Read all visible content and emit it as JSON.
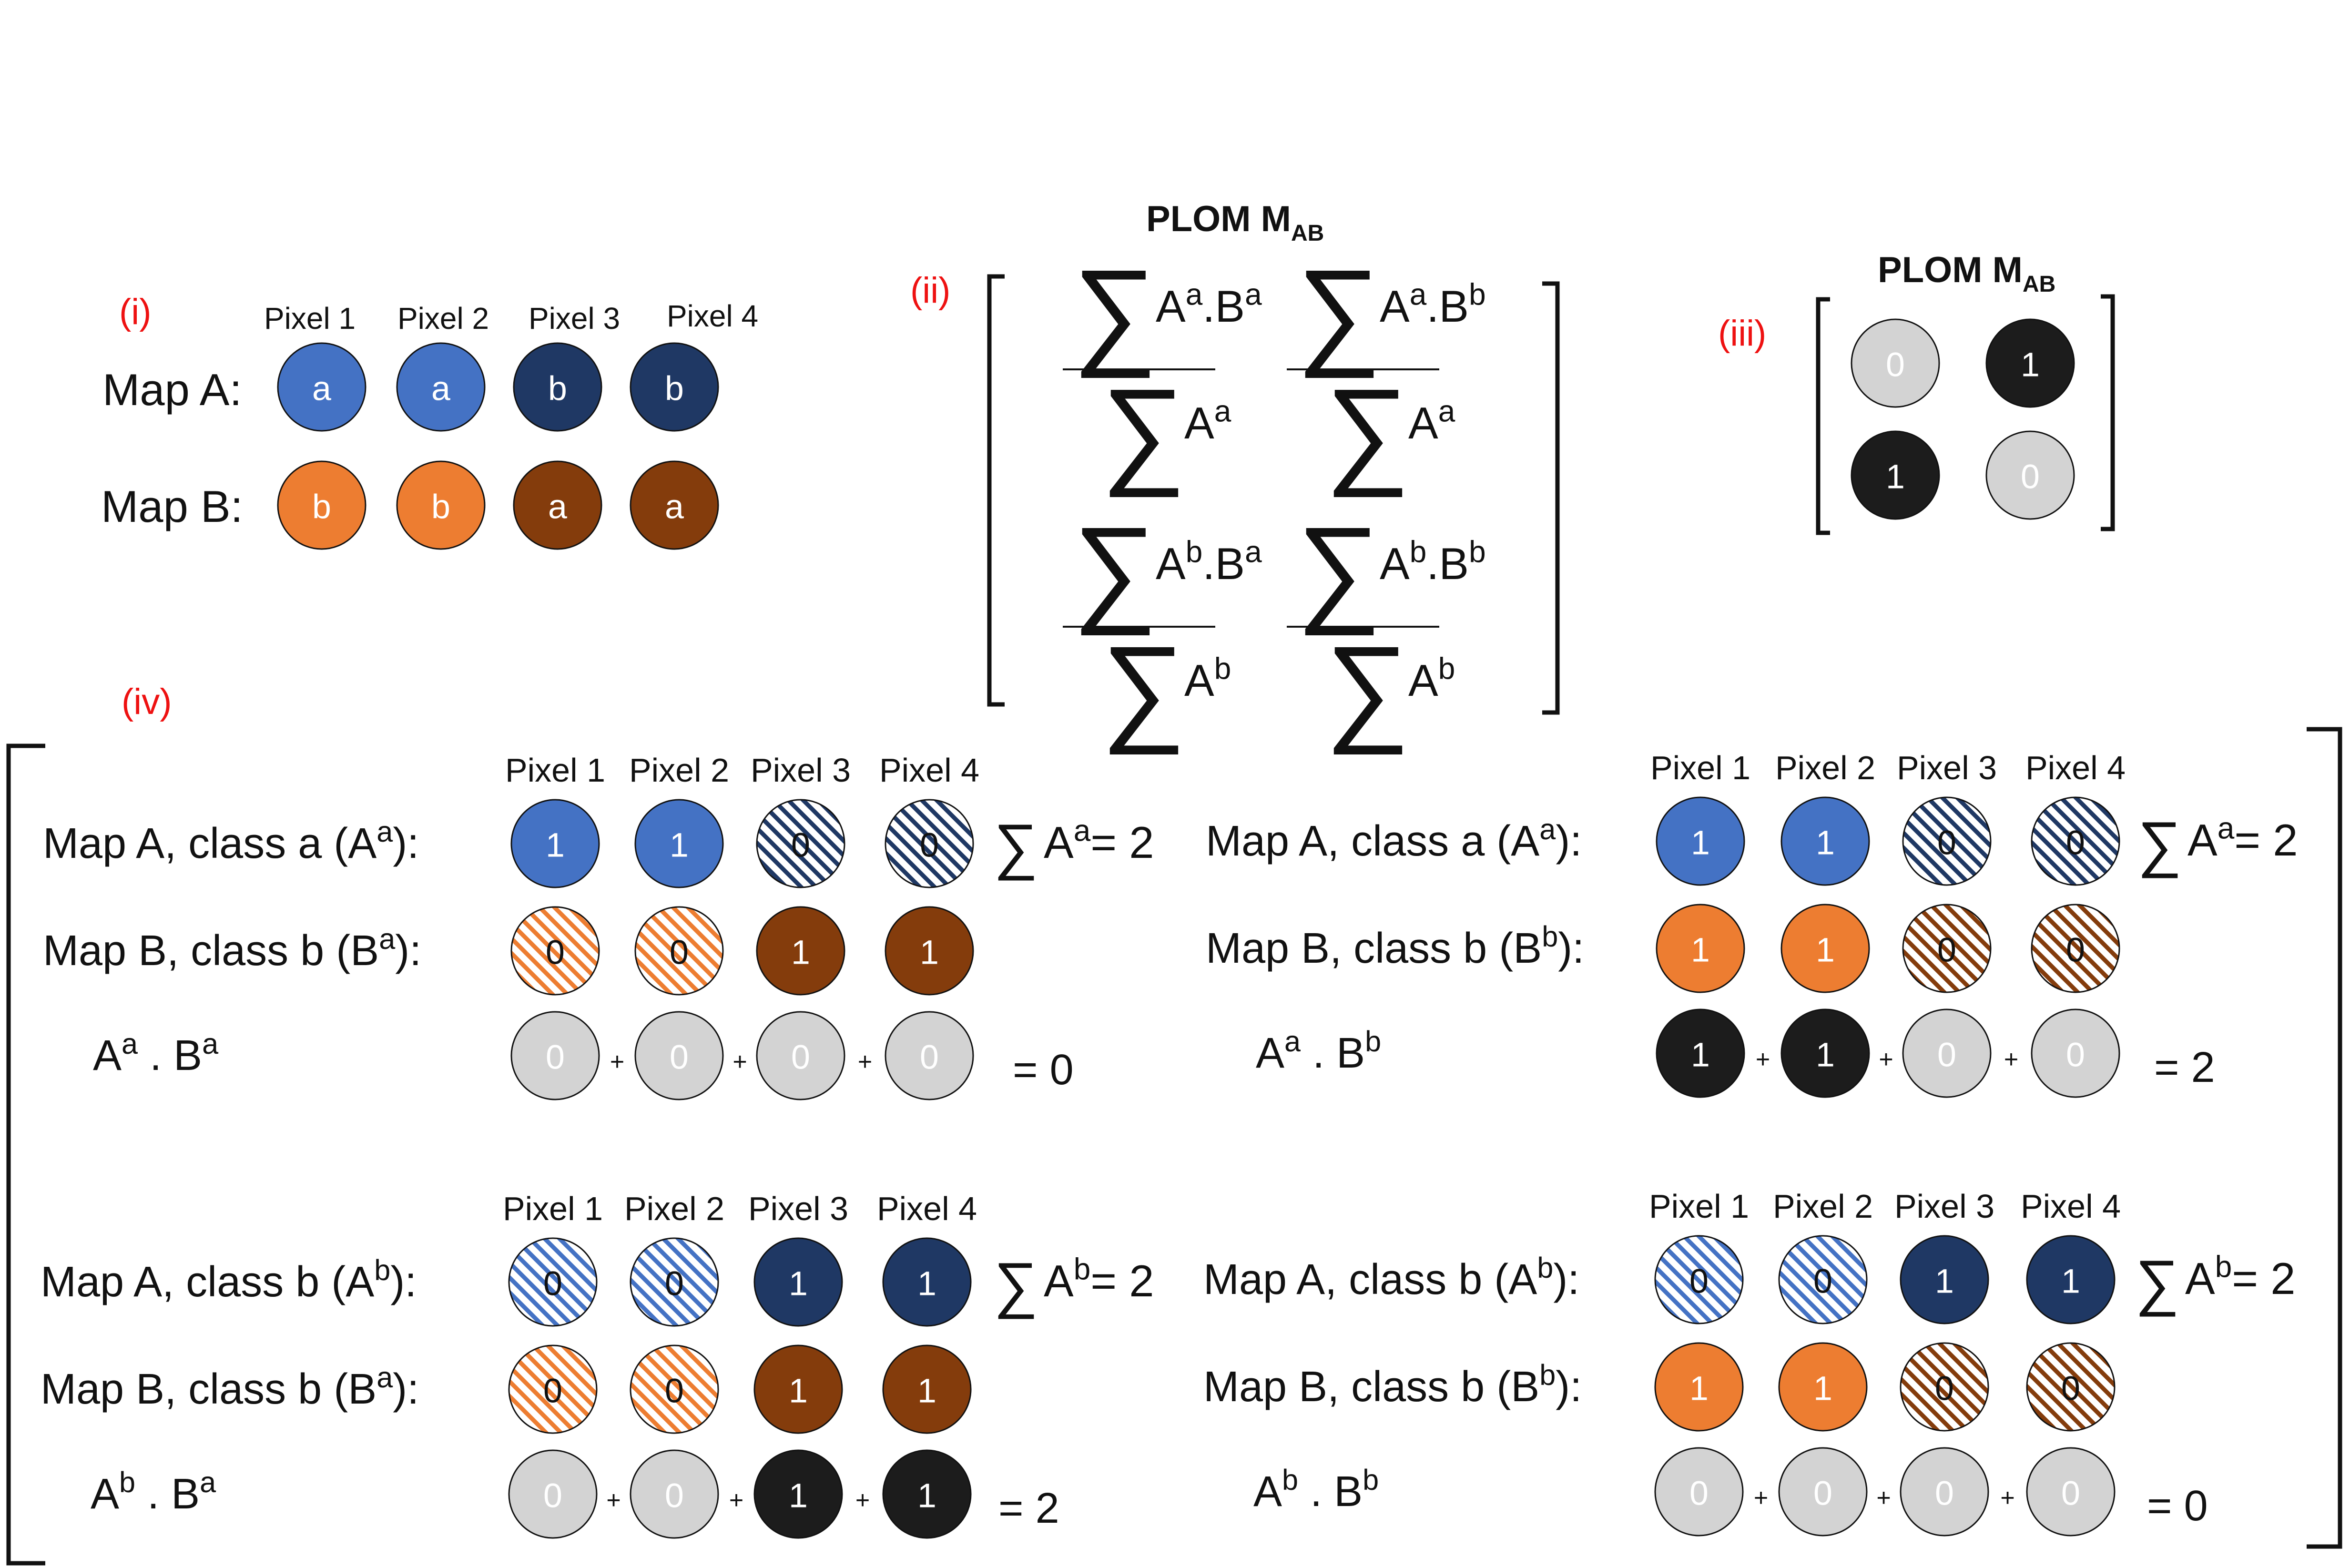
{
  "colors": {
    "blue": "#4472C4",
    "navy": "#1F3864",
    "orange": "#ED7D31",
    "brown": "#843C0C",
    "black": "#1C1C1C",
    "grey": "#D3D3D3",
    "marker": "#EE1111"
  },
  "panel_i": {
    "marker": "(i)",
    "pixel_labels": [
      "Pixel 1",
      "Pixel 2",
      "Pixel 3",
      "Pixel 4"
    ],
    "rows": [
      {
        "label": "Map A:",
        "cells": [
          {
            "text": "a",
            "color": "blue"
          },
          {
            "text": "a",
            "color": "blue"
          },
          {
            "text": "b",
            "color": "navy"
          },
          {
            "text": "b",
            "color": "navy"
          }
        ]
      },
      {
        "label": "Map B:",
        "cells": [
          {
            "text": "b",
            "color": "orange"
          },
          {
            "text": "b",
            "color": "orange"
          },
          {
            "text": "a",
            "color": "brown"
          },
          {
            "text": "a",
            "color": "brown"
          }
        ]
      }
    ]
  },
  "panel_ii": {
    "marker": "(ii)",
    "title_main": "PLOM M",
    "title_sub": "AB",
    "sum_symbol": "∑",
    "cells": [
      {
        "num_a": "A",
        "num_a_sup": "a",
        "dot": ".",
        "num_b": "B",
        "num_b_sup": "a",
        "den": "A",
        "den_sup": "a"
      },
      {
        "num_a": "A",
        "num_a_sup": "a",
        "dot": ".",
        "num_b": "B",
        "num_b_sup": "b",
        "den": "A",
        "den_sup": "a"
      },
      {
        "num_a": "A",
        "num_a_sup": "b",
        "dot": ".",
        "num_b": "B",
        "num_b_sup": "a",
        "den": "A",
        "den_sup": "b"
      },
      {
        "num_a": "A",
        "num_a_sup": "b",
        "dot": ".",
        "num_b": "B",
        "num_b_sup": "b",
        "den": "A",
        "den_sup": "b"
      }
    ]
  },
  "panel_iii": {
    "marker": "(iii)",
    "title_main": "PLOM M",
    "title_sub": "AB",
    "cells": [
      {
        "text": "0",
        "color": "grey"
      },
      {
        "text": "1",
        "color": "black"
      },
      {
        "text": "1",
        "color": "black"
      },
      {
        "text": "0",
        "color": "grey"
      }
    ]
  },
  "panel_iv": {
    "marker": "(iv)",
    "blocks": [
      {
        "pixel_labels": [
          "Pixel 1",
          "Pixel 2",
          "Pixel 3",
          "Pixel 4"
        ],
        "row1": {
          "label": "Map A, class a (A",
          "label_sup": "a",
          "label_end": "):",
          "cells": [
            {
              "text": "1",
              "color": "blue",
              "hatch": false
            },
            {
              "text": "1",
              "color": "blue",
              "hatch": false
            },
            {
              "text": "0",
              "color": "navy",
              "hatch": true
            },
            {
              "text": "0",
              "color": "navy",
              "hatch": true
            }
          ]
        },
        "sum": {
          "symbol": "∑",
          "base": "A",
          "sup": "a",
          "rest": "= 2"
        },
        "row2": {
          "label": "Map B, class b (B",
          "label_sup": "a",
          "label_end": "):",
          "cells": [
            {
              "text": "0",
              "color": "orange",
              "hatch": true
            },
            {
              "text": "0",
              "color": "orange",
              "hatch": true
            },
            {
              "text": "1",
              "color": "brown",
              "hatch": false
            },
            {
              "text": "1",
              "color": "brown",
              "hatch": false
            }
          ]
        },
        "row3": {
          "a": "A",
          "a_sup": "a",
          "dot": " . ",
          "b": "B",
          "b_sup": "a",
          "cells": [
            {
              "text": "0",
              "color": "grey"
            },
            {
              "text": "0",
              "color": "grey"
            },
            {
              "text": "0",
              "color": "grey"
            },
            {
              "text": "0",
              "color": "grey"
            }
          ],
          "plus": "+",
          "result": "= 0"
        }
      },
      {
        "pixel_labels": [
          "Pixel 1",
          "Pixel 2",
          "Pixel 3",
          "Pixel 4"
        ],
        "row1": {
          "label": "Map A, class a (A",
          "label_sup": "a",
          "label_end": "):",
          "cells": [
            {
              "text": "1",
              "color": "blue",
              "hatch": false
            },
            {
              "text": "1",
              "color": "blue",
              "hatch": false
            },
            {
              "text": "0",
              "color": "navy",
              "hatch": true
            },
            {
              "text": "0",
              "color": "navy",
              "hatch": true
            }
          ]
        },
        "sum": {
          "symbol": "∑",
          "base": "A",
          "sup": "a",
          "rest": "= 2"
        },
        "row2": {
          "label": "Map B, class b (B",
          "label_sup": "b",
          "label_end": "):",
          "cells": [
            {
              "text": "1",
              "color": "orange",
              "hatch": false
            },
            {
              "text": "1",
              "color": "orange",
              "hatch": false
            },
            {
              "text": "0",
              "color": "brown",
              "hatch": true
            },
            {
              "text": "0",
              "color": "brown",
              "hatch": true
            }
          ]
        },
        "row3": {
          "a": "A",
          "a_sup": "a",
          "dot": " . ",
          "b": "B",
          "b_sup": "b",
          "cells": [
            {
              "text": "1",
              "color": "black"
            },
            {
              "text": "1",
              "color": "black"
            },
            {
              "text": "0",
              "color": "grey"
            },
            {
              "text": "0",
              "color": "grey"
            }
          ],
          "plus": "+",
          "result": "= 2"
        }
      },
      {
        "pixel_labels": [
          "Pixel 1",
          "Pixel 2",
          "Pixel 3",
          "Pixel 4"
        ],
        "row1": {
          "label": "Map A, class b (A",
          "label_sup": "b",
          "label_end": "):",
          "cells": [
            {
              "text": "0",
              "color": "blue",
              "hatch": true
            },
            {
              "text": "0",
              "color": "blue",
              "hatch": true
            },
            {
              "text": "1",
              "color": "navy",
              "hatch": false
            },
            {
              "text": "1",
              "color": "navy",
              "hatch": false
            }
          ]
        },
        "sum": {
          "symbol": "∑",
          "base": "A",
          "sup": "b",
          "rest": "= 2"
        },
        "row2": {
          "label": "Map B, class b (B",
          "label_sup": "a",
          "label_end": "):",
          "cells": [
            {
              "text": "0",
              "color": "orange",
              "hatch": true
            },
            {
              "text": "0",
              "color": "orange",
              "hatch": true
            },
            {
              "text": "1",
              "color": "brown",
              "hatch": false
            },
            {
              "text": "1",
              "color": "brown",
              "hatch": false
            }
          ]
        },
        "row3": {
          "a": "A",
          "a_sup": "b",
          "dot": " . ",
          "b": "B",
          "b_sup": "a",
          "cells": [
            {
              "text": "0",
              "color": "grey"
            },
            {
              "text": "0",
              "color": "grey"
            },
            {
              "text": "1",
              "color": "black"
            },
            {
              "text": "1",
              "color": "black"
            }
          ],
          "plus": "+",
          "result": "= 2"
        }
      },
      {
        "pixel_labels": [
          "Pixel 1",
          "Pixel 2",
          "Pixel 3",
          "Pixel 4"
        ],
        "row1": {
          "label": "Map A, class b (A",
          "label_sup": "b",
          "label_end": "):",
          "cells": [
            {
              "text": "0",
              "color": "blue",
              "hatch": true
            },
            {
              "text": "0",
              "color": "blue",
              "hatch": true
            },
            {
              "text": "1",
              "color": "navy",
              "hatch": false
            },
            {
              "text": "1",
              "color": "navy",
              "hatch": false
            }
          ]
        },
        "sum": {
          "symbol": "∑",
          "base": "A",
          "sup": "b",
          "rest": "= 2"
        },
        "row2": {
          "label": "Map B, class b (B",
          "label_sup": "b",
          "label_end": "):",
          "cells": [
            {
              "text": "1",
              "color": "orange",
              "hatch": false
            },
            {
              "text": "1",
              "color": "orange",
              "hatch": false
            },
            {
              "text": "0",
              "color": "brown",
              "hatch": true
            },
            {
              "text": "0",
              "color": "brown",
              "hatch": true
            }
          ]
        },
        "row3": {
          "a": "A",
          "a_sup": "b",
          "dot": " . ",
          "b": "B",
          "b_sup": "b",
          "cells": [
            {
              "text": "0",
              "color": "grey"
            },
            {
              "text": "0",
              "color": "grey"
            },
            {
              "text": "0",
              "color": "grey"
            },
            {
              "text": "0",
              "color": "grey"
            }
          ],
          "plus": "+",
          "result": "= 0"
        }
      }
    ]
  }
}
